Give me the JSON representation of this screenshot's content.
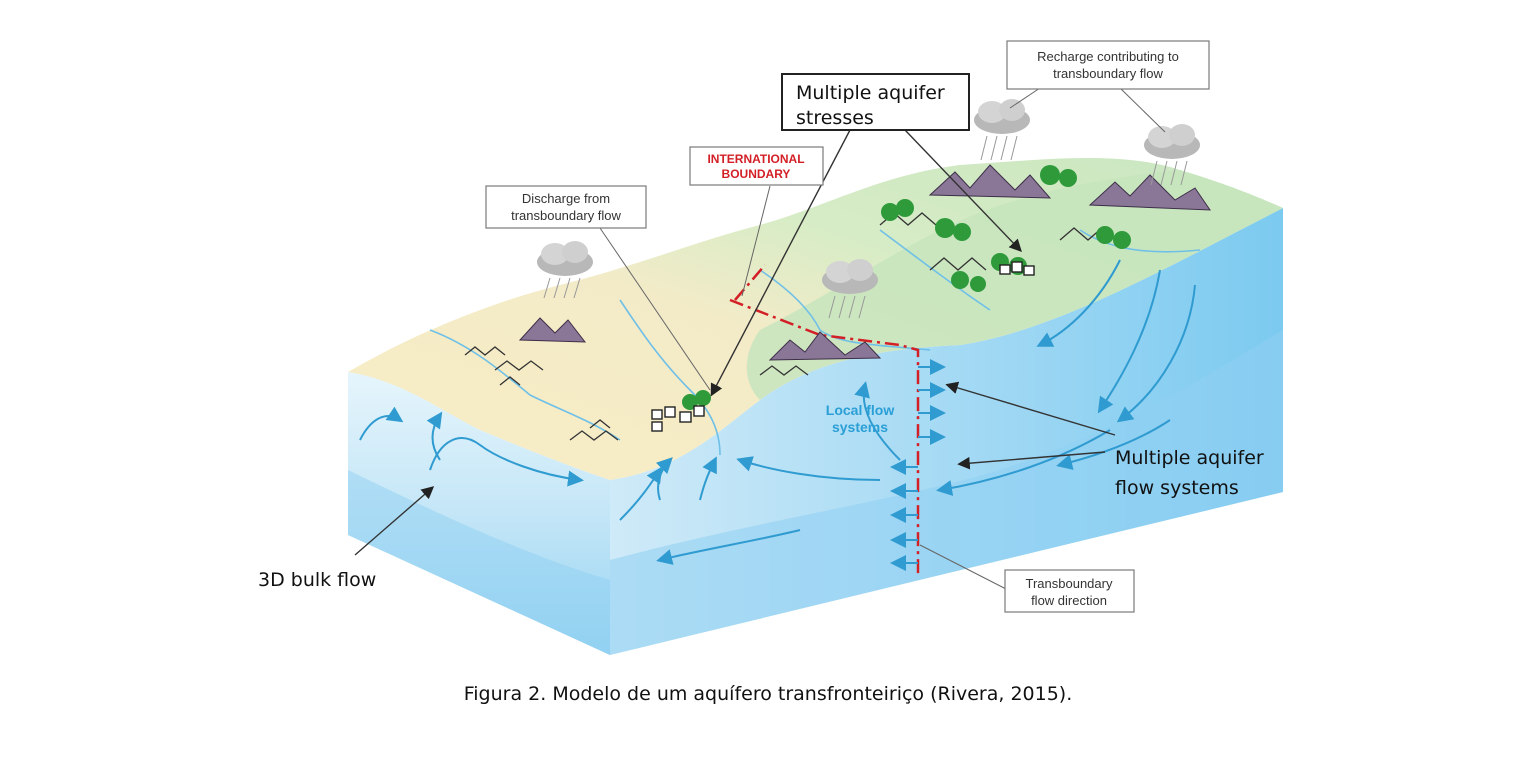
{
  "labels": {
    "recharge_line1": "Recharge contributing to",
    "recharge_line2": "transboundary flow",
    "stresses_line1": "Multiple aquifer",
    "stresses_line2": "stresses",
    "boundary_line1": "INTERNATIONAL",
    "boundary_line2": "BOUNDARY",
    "discharge_line1": "Discharge from",
    "discharge_line2": "transboundary flow",
    "local_flow_line1": "Local flow",
    "local_flow_line2": "systems",
    "flow_systems_line1": "Multiple aquifer",
    "flow_systems_line2": "flow systems",
    "bulk_flow": "3D bulk flow",
    "transboundary_dir_line1": "Transboundary",
    "transboundary_dir_line2": "flow direction"
  },
  "caption": "Figura 2. Modelo de um aquífero transfronteiriço (Rivera, 2015).",
  "colors": {
    "land_dry": "#f8ecc4",
    "land_green": "#cfe8c4",
    "aquifer_light": "#dff1fb",
    "aquifer_mid": "#bfe3f6",
    "aquifer_deep": "#8fd0f2",
    "flow_arrow": "#2f9bd0",
    "boundary": "#d32027"
  }
}
